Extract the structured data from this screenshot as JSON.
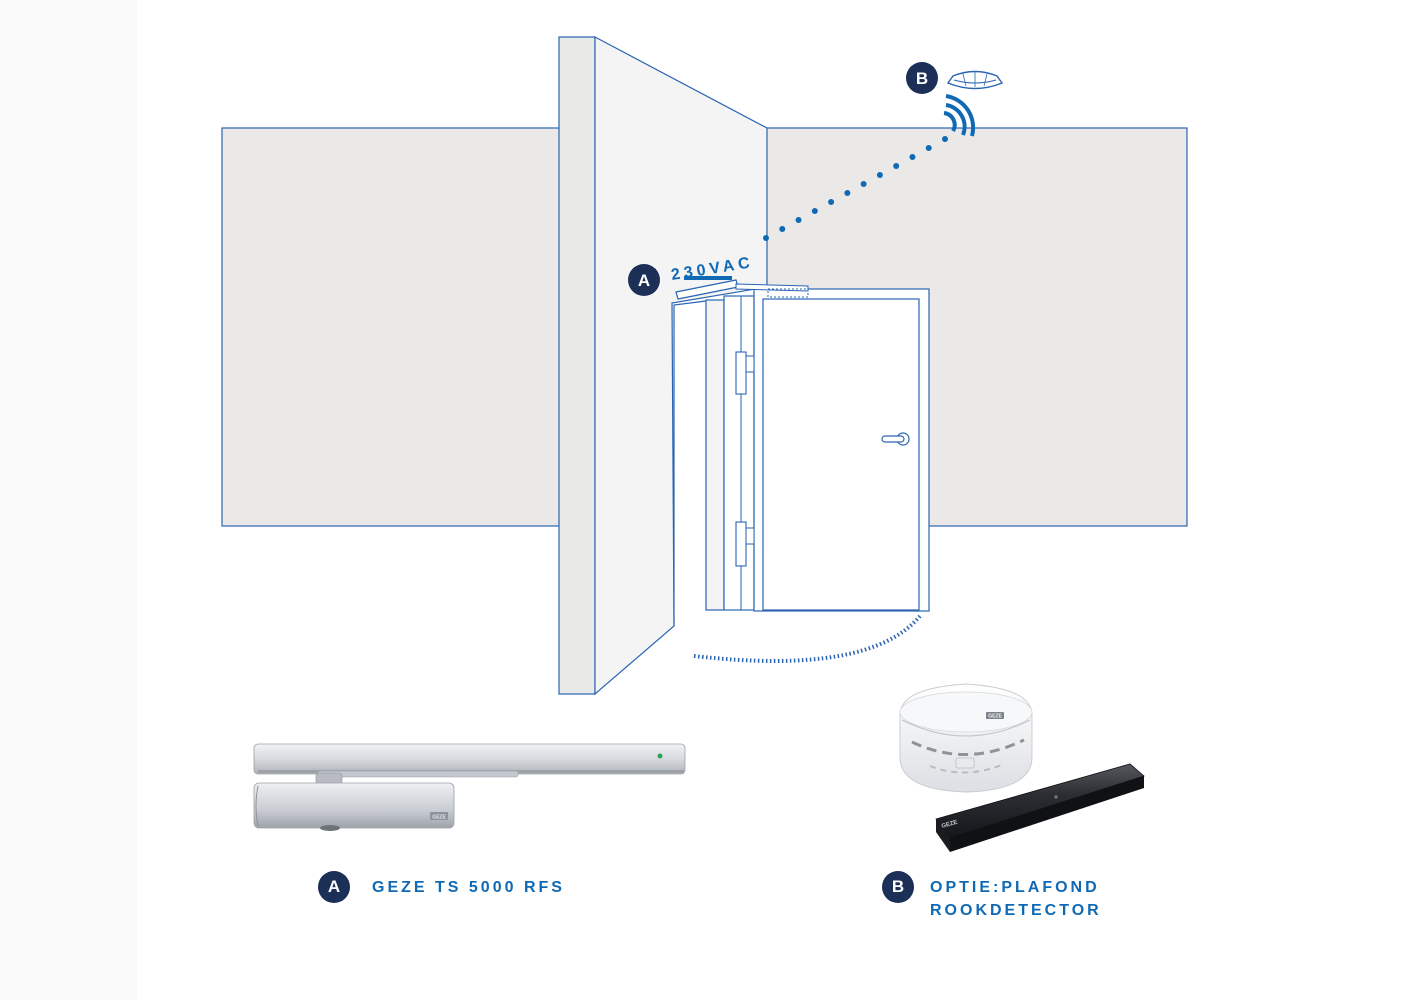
{
  "colors": {
    "outline": "#2a64b3",
    "wall_fill": "#eae9e8",
    "panel_fill": "#f4f4f4",
    "accent_blue": "#0f69b4",
    "badge_navy": "#1b2f57"
  },
  "scene": {
    "voltage_label": "230VAC",
    "badge_door_closer": "A",
    "badge_detector": "B"
  },
  "captions": {
    "a": {
      "badge": "A",
      "line1": "GEZE TS 5000 RFS"
    },
    "b": {
      "badge": "B",
      "line1": "OPTIE:PLAFOND",
      "line2": "ROOKDETECTOR"
    }
  },
  "products": {
    "closer_brand": "GEZE",
    "detector_brand": "GEZE"
  }
}
